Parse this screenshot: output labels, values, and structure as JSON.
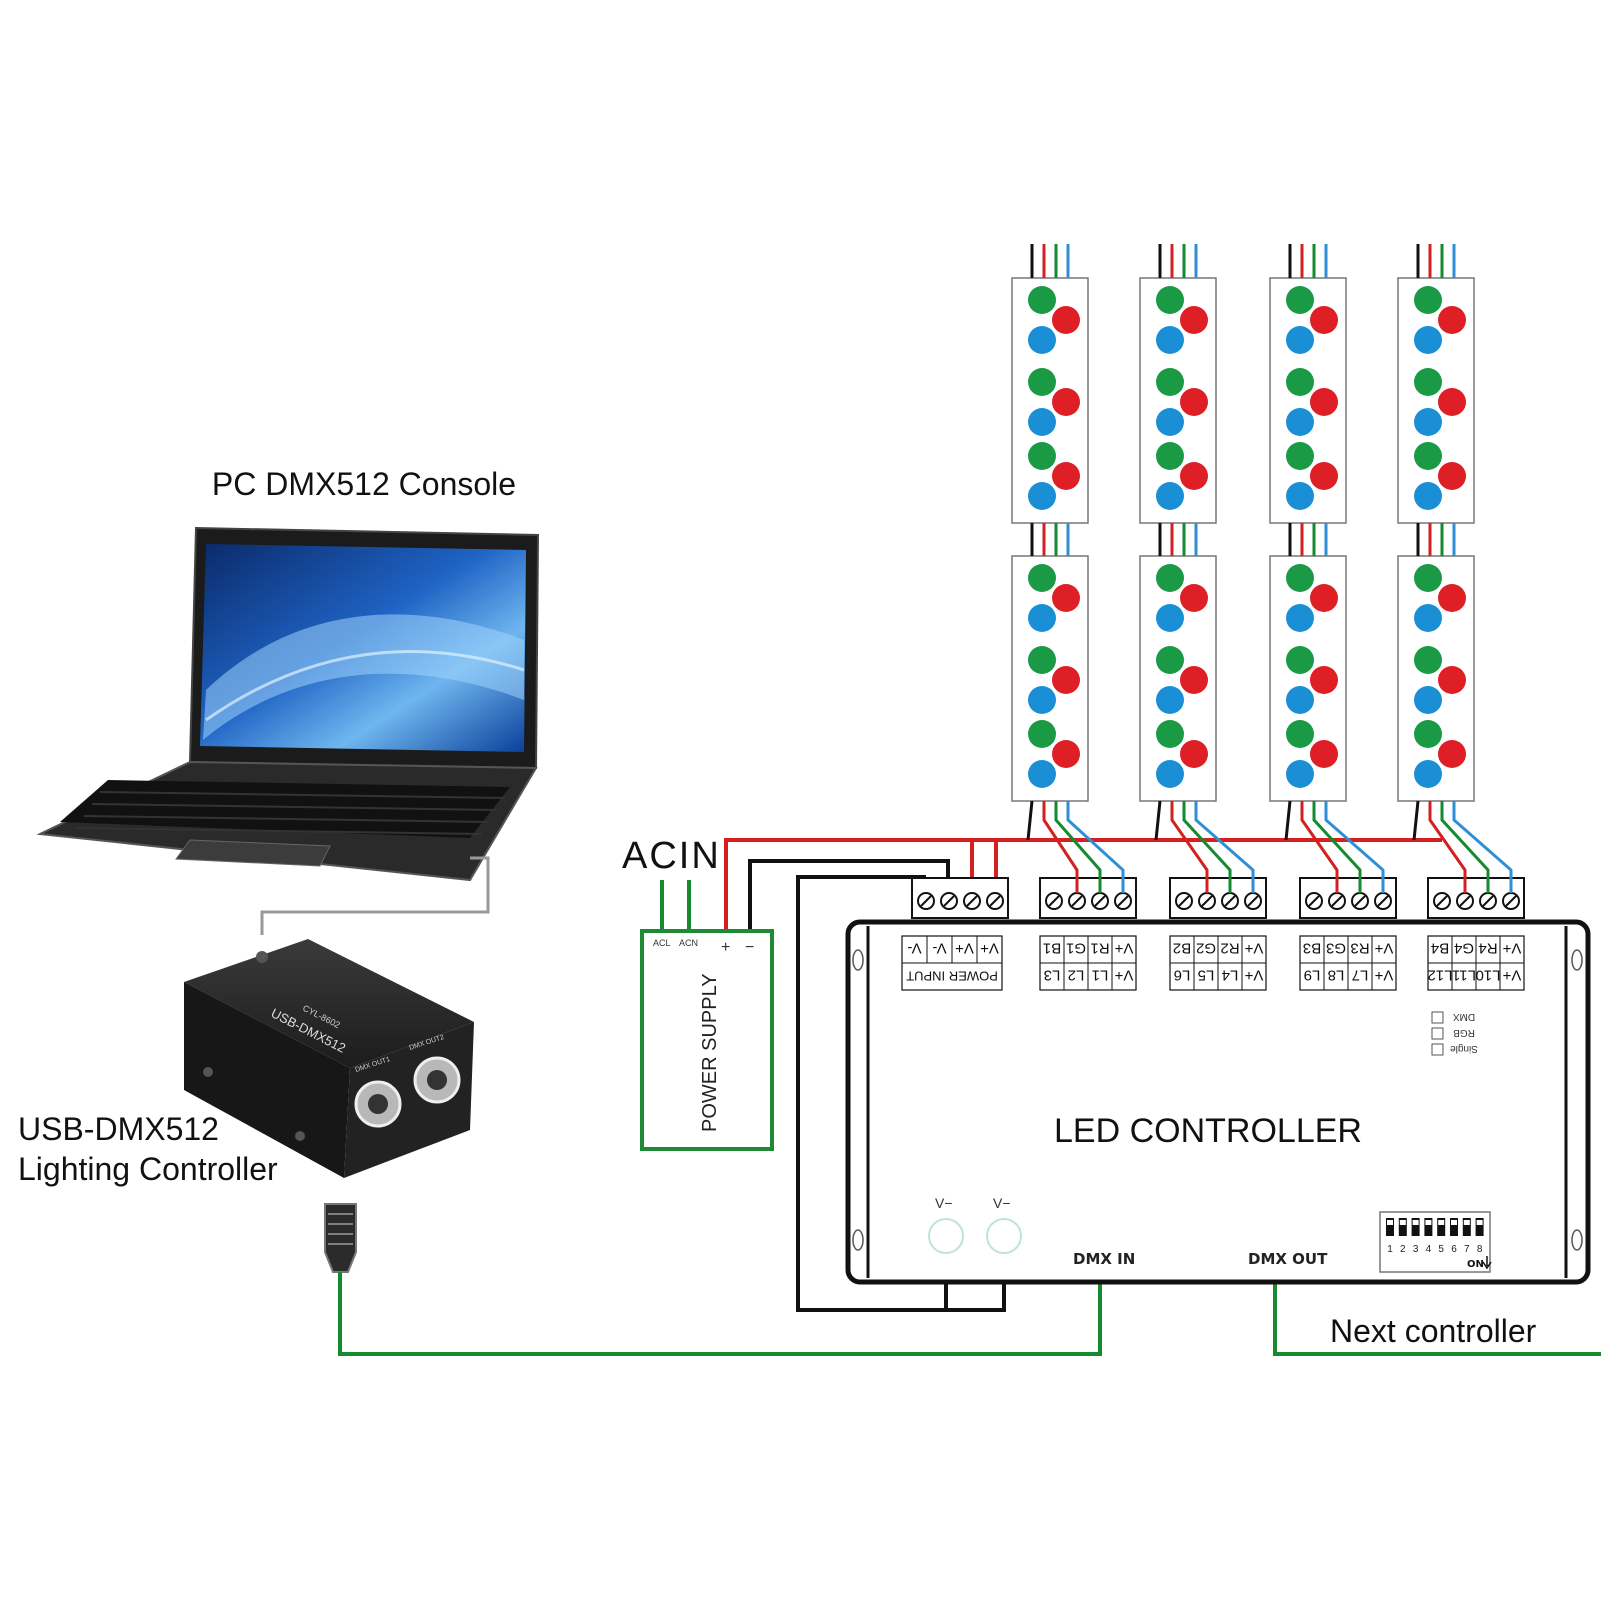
{
  "labels": {
    "console_title": "PC DMX512 Console",
    "usb_device_line1": "USB-DMX512",
    "usb_device_line2": "Lighting Controller",
    "acin": "ACIN",
    "power_supply": "POWER SUPPLY",
    "ps_acl": "ACL",
    "ps_acn": "ACN",
    "ps_plus": "+",
    "ps_minus": "−",
    "led_controller": "LED CONTROLLER",
    "dmx_in": "DMX IN",
    "dmx_out": "DMX OUT",
    "next_controller": "Next controller",
    "v_minus_left": "V−",
    "v_minus_right": "V−",
    "power_input": "POWER INPUT",
    "dip_on": "ON"
  },
  "usb_box_text": {
    "model": "CYL-8602",
    "name": "USB-DMX512",
    "port1": "DMX OUT1",
    "port2": "DMX OUT2"
  },
  "power_pins": [
    "V+",
    "V+",
    "V-",
    "V-"
  ],
  "channel_groups": [
    {
      "top": [
        "V+",
        "R1",
        "G1",
        "B1"
      ],
      "bottom": [
        "V+",
        "L1",
        "L2",
        "L3"
      ]
    },
    {
      "top": [
        "V+",
        "R2",
        "G2",
        "B2"
      ],
      "bottom": [
        "V+",
        "L4",
        "L5",
        "L6"
      ]
    },
    {
      "top": [
        "V+",
        "R3",
        "G3",
        "B3"
      ],
      "bottom": [
        "V+",
        "L7",
        "L8",
        "L9"
      ]
    },
    {
      "top": [
        "V+",
        "R4",
        "G4",
        "B4"
      ],
      "bottom": [
        "V+",
        "L10",
        "L11",
        "L12"
      ]
    }
  ],
  "mode_options": [
    "DMX",
    "RGB",
    "Single"
  ],
  "dip_numbers": [
    "1",
    "2",
    "3",
    "4",
    "5",
    "6",
    "7",
    "8"
  ],
  "colors": {
    "wire_red": "#d42020",
    "wire_green": "#168a2e",
    "wire_blue": "#2f8fd6",
    "wire_black": "#111111",
    "led_green": "#1a9a45",
    "led_red": "#de1f26",
    "led_blue": "#1b8fd6",
    "ps_border": "#1f8a35"
  },
  "icons": [
    "laptop-image",
    "usb-dmx-box-image",
    "xlr-connector-icon",
    "screw-terminal-icon"
  ]
}
